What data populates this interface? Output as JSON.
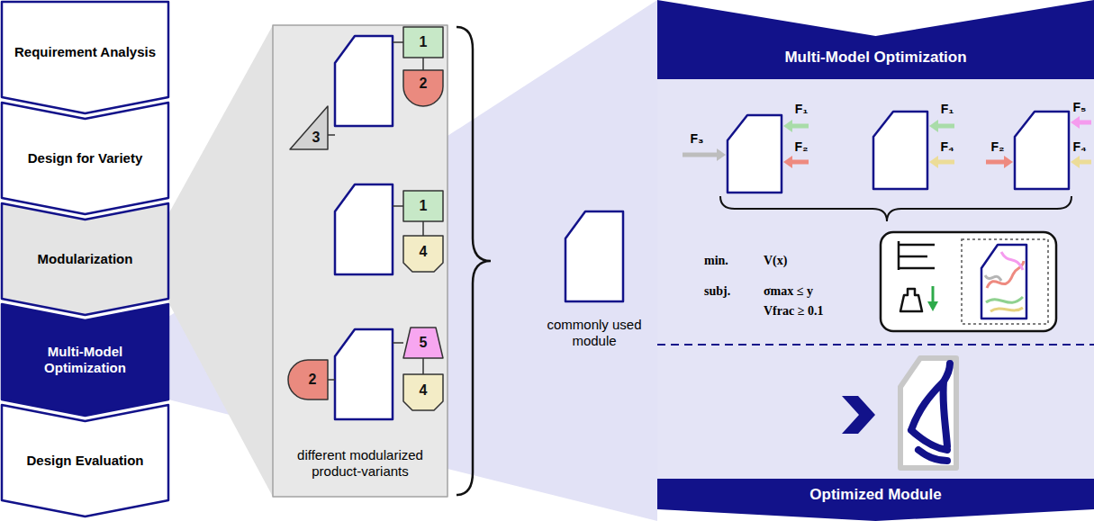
{
  "diagram": {
    "nodes": [
      {
        "text": [
          "Requirement Analysis"
        ]
      },
      {
        "text": [
          "Design for Variety"
        ]
      },
      {
        "text": [
          "Modularization"
        ]
      },
      {
        "text": [
          "Multi-Model Optimization"
        ]
      },
      {
        "text": [
          "Design Evaluation"
        ]
      },
      {
        "text": [
          "different modularized product-variants"
        ]
      },
      {
        "text": [
          "1"
        ],
        "in": 5
      },
      {
        "text": [
          "2"
        ],
        "in": 5
      },
      {
        "text": [
          "3"
        ],
        "in": 5
      },
      {
        "text": [
          "1"
        ],
        "in": 5
      },
      {
        "text": [
          "4"
        ],
        "in": 5
      },
      {
        "text": [
          "5"
        ],
        "in": 5
      },
      {
        "text": [
          "2"
        ],
        "in": 5
      },
      {
        "text": [
          "4"
        ],
        "in": 5
      },
      {
        "text": [
          "commonly used module"
        ]
      },
      {
        "text": [
          "Multi-Model Optimization"
        ]
      },
      {
        "text": [
          "Optimized Module"
        ]
      }
    ],
    "edges": [
      {
        "from": 6,
        "to": 7,
        "arrow": "none"
      },
      {
        "from": 9,
        "to": 10,
        "arrow": "none"
      },
      {
        "from": 11,
        "to": 13,
        "arrow": "none"
      }
    ],
    "labels": [
      "F₁",
      "F₃",
      "F₂",
      "F₁",
      "F₄",
      "F₅",
      "F₂",
      "F₄",
      "min.",
      "V(x)",
      "subj.",
      "σmax ≤ y",
      "Vfrac ≥ 0.1"
    ]
  }
}
